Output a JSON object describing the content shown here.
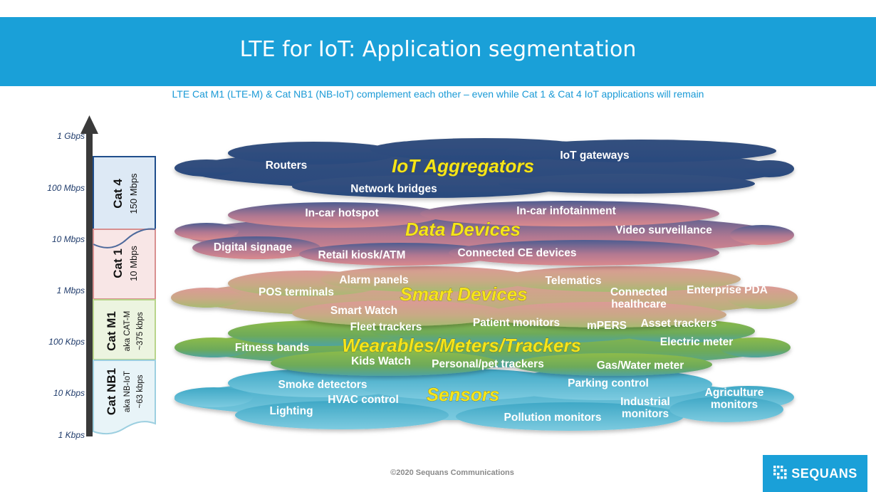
{
  "header": {
    "title": "LTE for IoT: Application segmentation",
    "subtitle": "LTE Cat M1 (LTE-M) & Cat NB1 (NB-IoT) complement each other – even while Cat 1 & Cat 4 IoT applications will remain"
  },
  "axis": {
    "ticks": [
      "1 Gbps",
      "100 Mbps",
      "10 Mbps",
      "1 Mbps",
      "100 Kbps",
      "10 Kbps",
      "1 Kbps"
    ]
  },
  "categories": {
    "cat4": {
      "name": "Cat 4",
      "speed": "150 Mbps",
      "color": "#dde9f5",
      "border": "#1f4e8c"
    },
    "cat1": {
      "name": "Cat 1",
      "speed": "10 Mbps",
      "color": "#f8e6e6",
      "border": "#d88f8f"
    },
    "catm1": {
      "name": "Cat M1",
      "aka": "aka CAT-M",
      "speed": "~375 kbps",
      "color": "#ecf4e0",
      "border": "#b8d48a"
    },
    "catnb1": {
      "name": "Cat NB1",
      "aka": "aka NB-IoT",
      "speed": "~63 kbps",
      "color": "#e8f4f8",
      "border": "#9ccfe0"
    }
  },
  "layers": {
    "aggregators": {
      "title": "IoT Aggregators",
      "items": [
        "Routers",
        "IoT gateways",
        "Network bridges"
      ]
    },
    "data_devices": {
      "title": "Data Devices",
      "items": [
        "In-car hotspot",
        "In-car infotainment",
        "Video surveillance",
        "Digital signage",
        "Retail kiosk/ATM",
        "Connected CE devices"
      ]
    },
    "smart_devices": {
      "title": "Smart Devices",
      "items": [
        "Alarm panels",
        "Telematics",
        "POS terminals",
        "Enterprise PDA",
        "Smart Watch",
        "Patient monitors"
      ],
      "connected_line1": "Connected",
      "connected_line2": "healthcare"
    },
    "wearables": {
      "title": "Wearables/Meters/Trackers",
      "items": [
        "Fleet trackers",
        "mPERS",
        "Asset trackers",
        "Fitness bands",
        "Electric meter",
        "Kids Watch",
        "Personal/pet trackers",
        "Gas/Water meter"
      ]
    },
    "sensors": {
      "title": "Sensors",
      "items": [
        "Smoke detectors",
        "Parking control",
        "HVAC control",
        "Lighting",
        "Pollution monitors"
      ],
      "industrial_line1": "Industrial",
      "industrial_line2": "monitors",
      "agriculture_line1": "Agriculture",
      "agriculture_line2": "monitors"
    }
  },
  "footer": {
    "copyright": "©2020 Sequans Communications",
    "logo": "SEQUANS"
  }
}
